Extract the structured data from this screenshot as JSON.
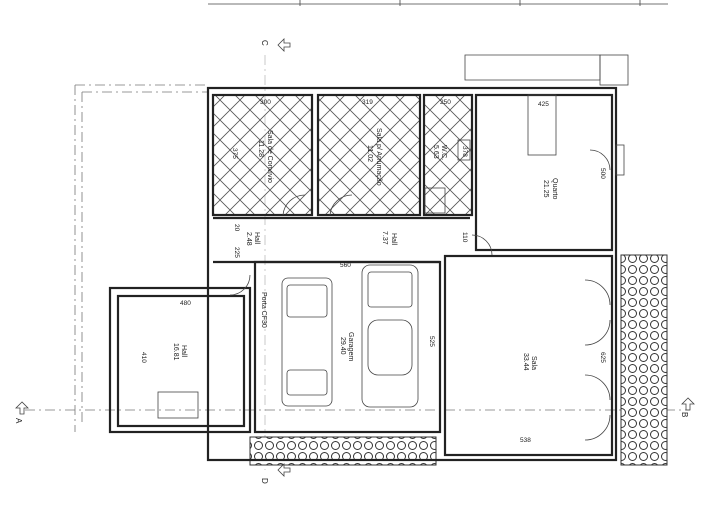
{
  "rooms": {
    "convivio": {
      "name": "Sala de Convívio",
      "area": "11.28"
    },
    "arrumacao": {
      "name": "Sala p/ Arrumação",
      "area": "11.02"
    },
    "wc": {
      "name": "W.C.",
      "area": "5.63"
    },
    "quarto": {
      "name": "Quarto",
      "area": "21.25"
    },
    "hall_small": {
      "name": "Hall",
      "area": "2.48"
    },
    "hall_corridor": {
      "name": "Hall",
      "area": "7.37"
    },
    "garagem": {
      "name": "Garagem",
      "area": "29.40"
    },
    "hall_left": {
      "name": "Hall",
      "area": "16.81"
    },
    "sala": {
      "name": "Sala",
      "area": "33.44"
    }
  },
  "door_label": "Porta CF30",
  "dimensions": {
    "d300": "300",
    "d319": "319",
    "d250": "250",
    "d425": "425",
    "d375": "375",
    "d378": "378",
    "d500": "500",
    "d20": "20",
    "d225": "225",
    "d110": "110",
    "d560": "560",
    "d480": "480",
    "d410": "410",
    "d525": "525",
    "d625": "625",
    "d538": "538"
  },
  "sections": {
    "a": "A",
    "b": "B",
    "c": "C",
    "d": "D"
  },
  "colors": {
    "line": "#222222",
    "paper": "#ffffff"
  }
}
